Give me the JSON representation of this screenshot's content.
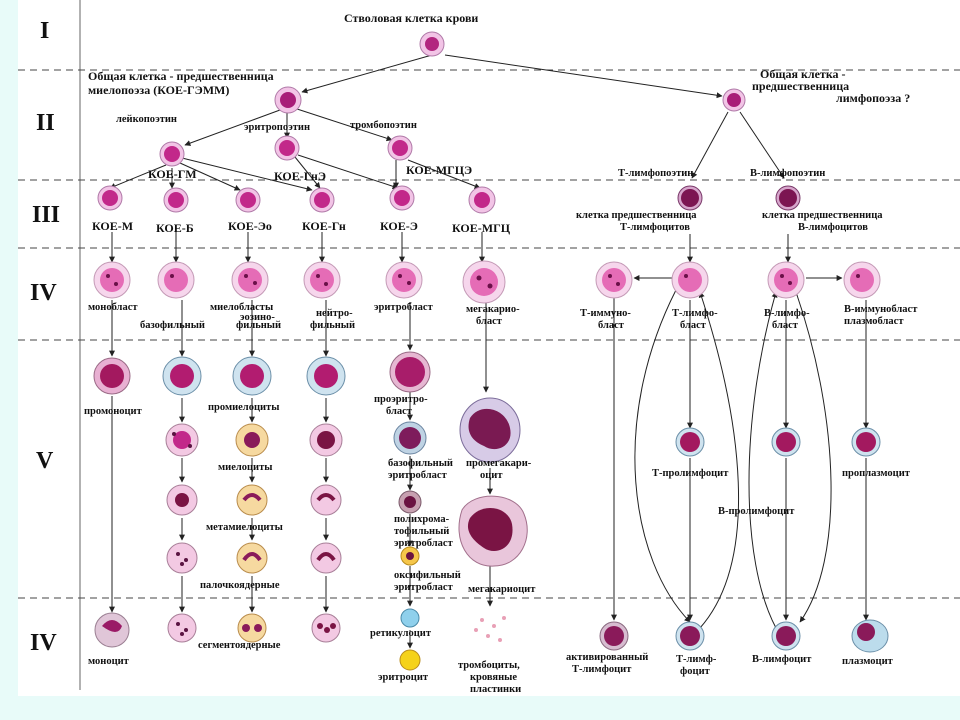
{
  "stages": {
    "s1": "I",
    "s2": "II",
    "s3": "III",
    "s4": "IV",
    "s5": "V",
    "s6": "IV"
  },
  "labels": {
    "stem": "Стволовая клетка крови",
    "myelo1": "Общая клетка - предшественница",
    "myelo2": "миелопоэза (КОЕ-ГЭММ)",
    "lympho1": "Общая клетка -",
    "lympho2": "предшественница",
    "lympho3": "лимфопоэза ?",
    "leuko": "лейкопоэтин",
    "erythro": "эритропоэтин",
    "thrombo": "тромбопоэтин",
    "koe_gm": "КОЕ-ГМ",
    "koe_gne": "КОЕ-ГнЭ",
    "koe_mgce": "КОЕ-МГЦЭ",
    "t_lymphopoietin": "Т-лимфопоэтин",
    "b_lymphopoietin": "В-лимфопоэтин",
    "koe_m": "КОЕ-М",
    "koe_b": "КОЕ-Б",
    "koe_eo": "КОЕ-Эо",
    "koe_gn": "КОЕ-Гн",
    "koe_e": "КОЕ-Э",
    "koe_mgc": "КОЕ-МГЦ",
    "t_prec1": "клетка предшественница",
    "t_prec2": "Т-лимфоцитов",
    "b_prec1": "клетка предшественница",
    "b_prec2": "В-лимфоцитов",
    "monoblast": "монобласт",
    "myeloblasts": "миелобласты",
    "eosino": "эозино-",
    "basophilic": "базофильный",
    "eosin_phil": "фильный",
    "neutro1": "нейтро-",
    "neutro2": "фильный",
    "erythroblast": "эритробласт",
    "megakaryo1": "мегакарио-",
    "megakaryo2": "бласт",
    "t_immuno1": "Т-иммуно-",
    "t_immuno2": "бласт",
    "t_lymphoblast1": "Т-лимфо-",
    "t_lymphoblast2": "бласт",
    "b_lymphoblast1": "В-лимфо-",
    "b_lymphoblast2": "бласт",
    "b_immuno1": "В-иммунобласт",
    "b_immuno2": "плазмобласт",
    "promonocyte": "промоноцит",
    "promyelocytes": "промиелоциты",
    "proerythro1": "проэритро-",
    "proerythro2": "бласт",
    "myelocytes": "миелоциты",
    "baso_ery1": "базофильный",
    "baso_ery2": "эритробласт",
    "promegakaryo1": "промегакари-",
    "promegakaryo2": "оцит",
    "metamyelocytes": "метамиелоциты",
    "poly1": "полихрома-",
    "poly2": "тофильный",
    "poly3": "эритробласт",
    "band": "палочкоядерные",
    "oxy1": "оксифильный",
    "oxy2": "эритробласт",
    "megakaryocyte": "мегакариоцит",
    "t_prolymph": "Т-пролимфоцит",
    "b_prolymph": "В-пролимфоцит",
    "proplasmo": "проплазмоцит",
    "monocyte": "моноцит",
    "segmented": "сегментоядерные",
    "reticulocyte": "ретикулоцит",
    "erythrocyte": "эритроцит",
    "thrombo1": "тромбоциты,",
    "thrombo2": "кровяные",
    "thrombo3": "пластинки",
    "act_t1": "активированный",
    "act_t2": "Т-лимфоцит",
    "t_lymph1": "Т-лимф-",
    "t_lymph2": "фоцит",
    "b_lymph": "В-лимфоцит",
    "plasmocyte": "плазмоцит"
  }
}
